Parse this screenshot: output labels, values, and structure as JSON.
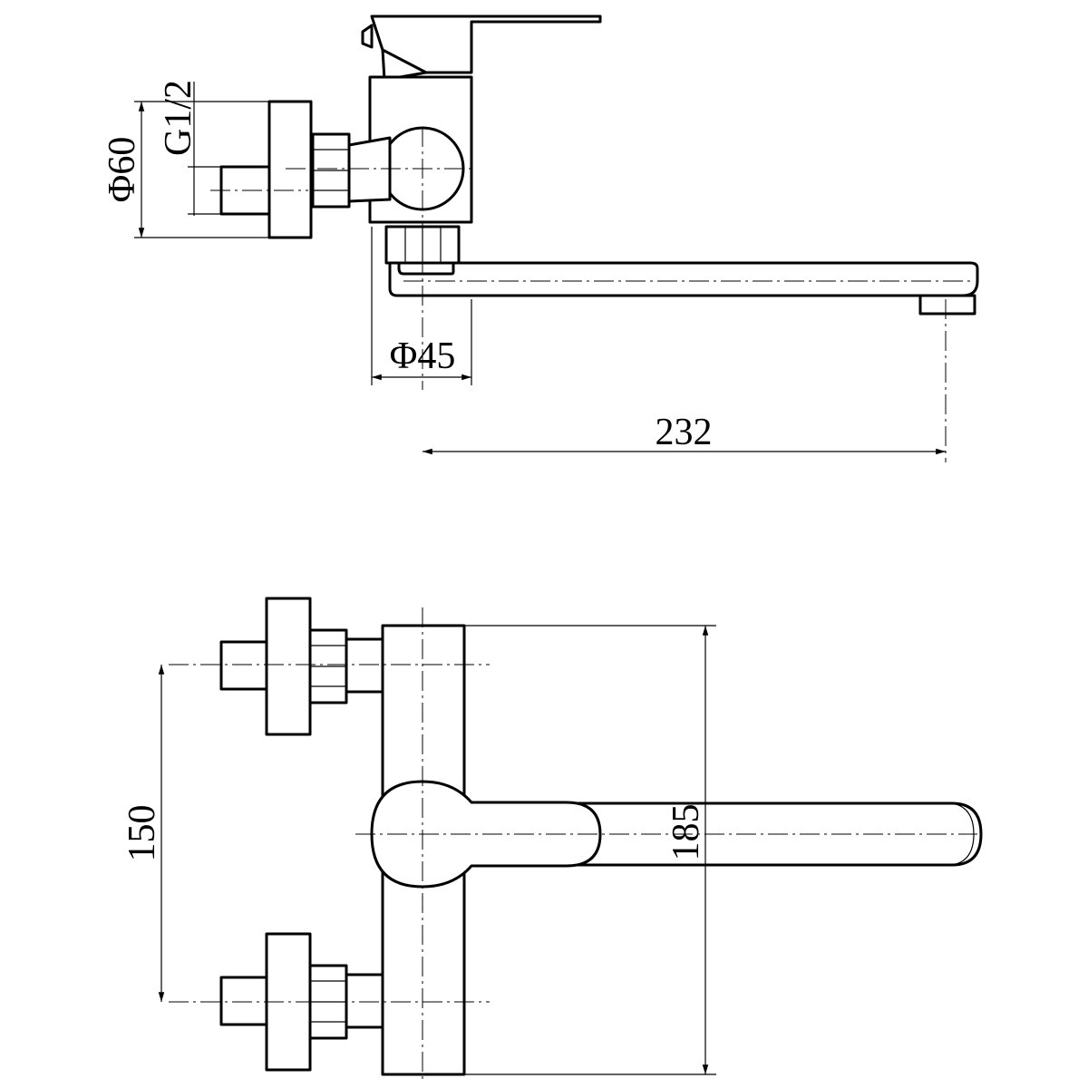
{
  "dimensions": {
    "inlet_flange": "Φ60",
    "thread": "G1/2",
    "spout_nut": "Φ45",
    "spout_reach": "232",
    "inlet_centers": "150",
    "body_height": "185"
  },
  "colors": {
    "line": "#000000",
    "background": "#ffffff"
  }
}
